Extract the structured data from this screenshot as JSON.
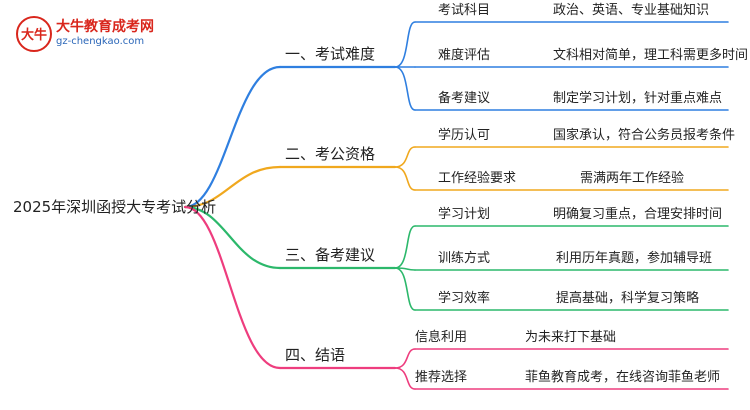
{
  "logo": {
    "name": "大牛教育成考网",
    "url": "gz-chengkao.com",
    "mark_text": "大牛",
    "brand_color": "#d9261c"
  },
  "root": {
    "label": "2025年深圳函授大专考试分析"
  },
  "branches": [
    {
      "label": "一、考试难度",
      "color": "#2f7fe0",
      "items": [
        {
          "key": "考试科目",
          "value": "政治、英语、专业基础知识"
        },
        {
          "key": "难度评估",
          "value": "文科相对简单，理工科需更多时间"
        },
        {
          "key": "备考建议",
          "value": "制定学习计划，针对重点难点"
        }
      ]
    },
    {
      "label": "二、考公资格",
      "color": "#f0a81e",
      "items": [
        {
          "key": "学历认可",
          "value": "国家承认，符合公务员报考条件"
        },
        {
          "key": "工作经验要求",
          "value": "需满两年工作经验"
        }
      ]
    },
    {
      "label": "三、备考建议",
      "color": "#2cb86b",
      "items": [
        {
          "key": "学习计划",
          "value": "明确复习重点，合理安排时间"
        },
        {
          "key": "训练方式",
          "value": "利用历年真题，参加辅导班"
        },
        {
          "key": "学习效率",
          "value": "提高基础，科学复习策略"
        }
      ]
    },
    {
      "label": "四、结语",
      "color": "#ee3d7e",
      "items": [
        {
          "key": "信息利用",
          "value": "为未来打下基础"
        },
        {
          "key": "推荐选择",
          "value": "菲鱼教育成考，在线咨询菲鱼老师"
        }
      ]
    }
  ]
}
